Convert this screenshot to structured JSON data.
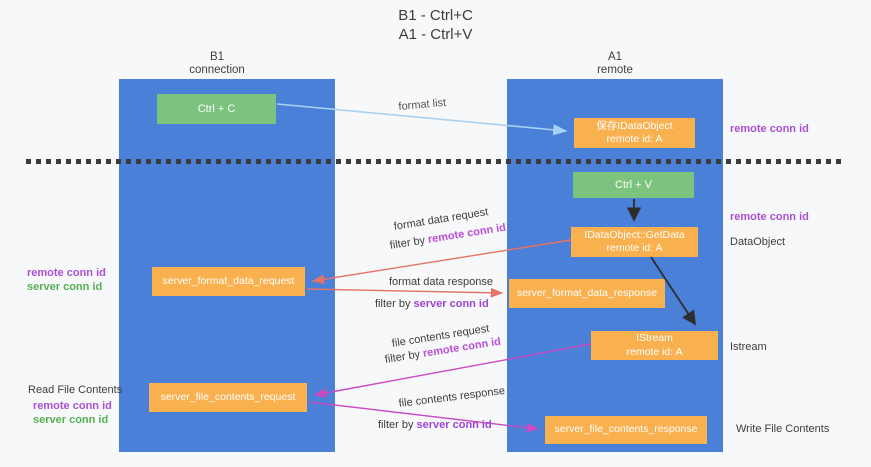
{
  "title": {
    "line1": "B1 - Ctrl+C",
    "line2": "A1 - Ctrl+V"
  },
  "lanes": {
    "b1": {
      "name": "B1",
      "subtitle": "connection"
    },
    "a1": {
      "name": "A1",
      "subtitle": "remote"
    }
  },
  "nodes": {
    "ctrl_c": {
      "label": "Ctrl + C"
    },
    "save_idataobject": {
      "line1": "保存IDataObject",
      "line2": "remote id: A"
    },
    "ctrl_v": {
      "label": "Ctrl + V"
    },
    "idataobject_getdata": {
      "line1": "IDataObject::GetData",
      "line2": "remote id: A"
    },
    "istream": {
      "line1": "IStream",
      "line2": "remote id: A"
    },
    "server_format_data_request": {
      "label": "server_format_data_request"
    },
    "server_format_data_response": {
      "label": "server_format_data_response"
    },
    "server_file_contents_request": {
      "label": "server_file_contents_request"
    },
    "server_file_contents_response": {
      "label": "server_file_contents_response"
    }
  },
  "edge_labels": {
    "format_list": "format list",
    "format_data_request": "format data request",
    "format_data_request_filter_prefix": "filter by ",
    "format_data_request_filter_key": "remote conn id",
    "format_data_response": "format data response",
    "format_data_response_filter_prefix": "filter by ",
    "format_data_response_filter_key": "server conn id",
    "file_contents_request": "file contents request",
    "file_contents_request_filter_prefix": "filter by ",
    "file_contents_request_filter_key": "remote conn id",
    "file_contents_response": "file contents response",
    "file_contents_response_filter_prefix": "filter by ",
    "file_contents_response_filter_key": "server conn id"
  },
  "side_labels": {
    "right_remote_conn_id_top": "remote conn id",
    "right_remote_conn_id_mid": "remote conn id",
    "right_dataobject": "DataObject",
    "right_istream": "Istream",
    "right_write_file_contents": "Write File Contents",
    "left_remote_conn_id_top": "remote conn id",
    "left_server_conn_id_top": "server conn id",
    "left_read_file_contents": "Read File Contents",
    "left_remote_conn_id_bottom": "remote conn id",
    "left_server_conn_id_bottom": "server conn id"
  },
  "colors": {
    "lane_blue": "#4a80d8",
    "node_green": "#7cc47e",
    "node_orange": "#f9b04e",
    "arrow_light_blue": "#a8d2f2",
    "arrow_red": "#e57368",
    "arrow_magenta": "#ca4ac4",
    "arrow_black": "#2d2d2d",
    "label_purple": "#ab51d0",
    "label_green": "#55b055"
  }
}
